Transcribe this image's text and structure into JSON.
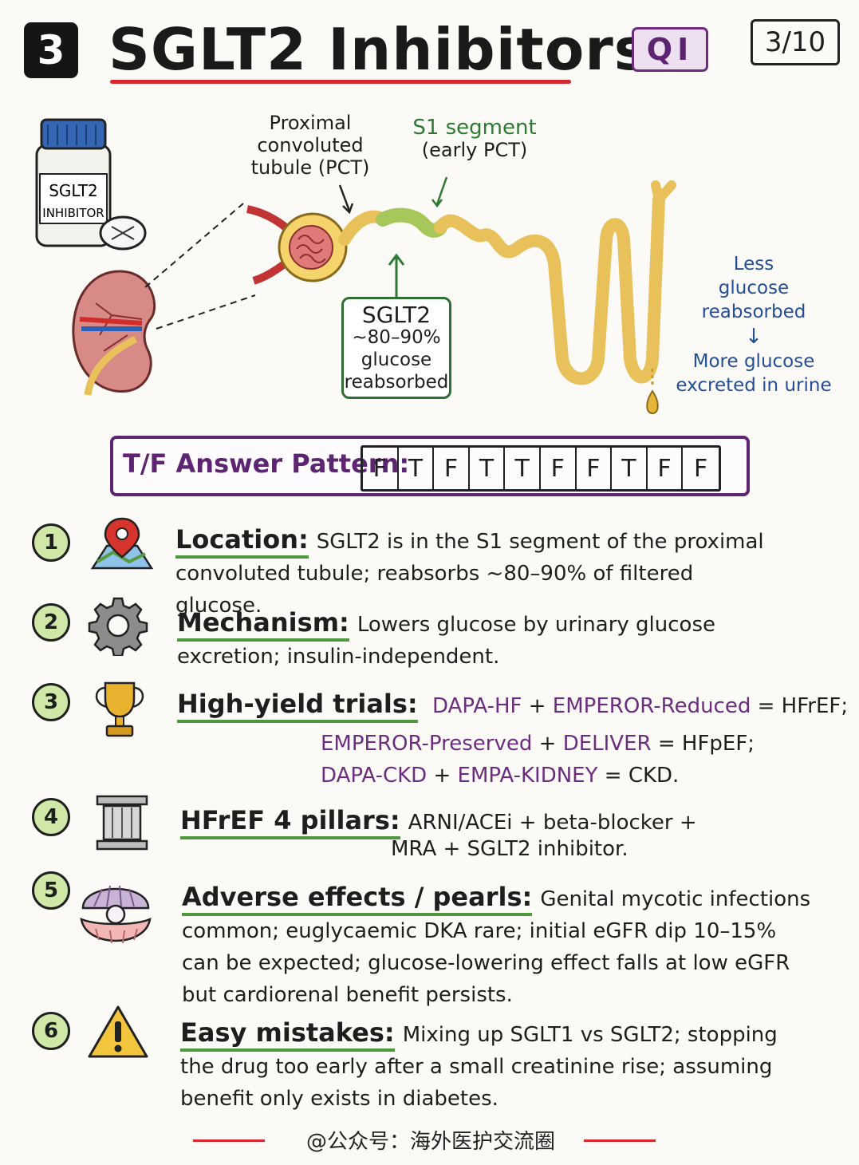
{
  "header": {
    "number": "3",
    "title": "SGLT2 Inhibitors",
    "tag": "QI",
    "page": "3/10"
  },
  "diagram": {
    "bottle_label_line1": "SGLT2",
    "bottle_label_line2": "INHIBITOR",
    "pct_label": [
      "Proximal",
      "convoluted",
      "tubule (PCT)"
    ],
    "s1_title": "S1 segment",
    "s1_sub": "(early PCT)",
    "sglt_box": [
      "SGLT2",
      "~80–90%",
      "glucose",
      "reabsorbed"
    ],
    "note_top": [
      "Less",
      "glucose",
      "reabsorbed"
    ],
    "note_arrow": "↓",
    "note_bottom": [
      "More glucose",
      "excreted in urine"
    ]
  },
  "answer_pattern": {
    "label": "T/F Answer Pattern:",
    "answers": [
      "F",
      "T",
      "F",
      "T",
      "T",
      "F",
      "F",
      "T",
      "F",
      "F"
    ]
  },
  "sections": [
    {
      "number": "1",
      "heading": "Location:",
      "text": "SGLT2 is in the S1 segment of the proximal convoluted tubule; reabsorbs ~80–90% of filtered glucose."
    },
    {
      "number": "2",
      "heading": "Mechanism:",
      "text": "Lowers glucose by urinary glucose excretion; insulin-independent."
    },
    {
      "number": "3",
      "heading": "High-yield trials:",
      "lines": [
        {
          "a": "DAPA-HF",
          "plus": "+",
          "b": "EMPEROR-Reduced",
          "eq": "= HFrEF;"
        },
        {
          "a": "EMPEROR-Preserved",
          "plus": "+",
          "b": "DELIVER",
          "eq": "= HFpEF;"
        },
        {
          "a": "DAPA-CKD",
          "plus": "+",
          "b": "EMPA-KIDNEY",
          "eq": "= CKD."
        }
      ]
    },
    {
      "number": "4",
      "heading": "HFrEF 4 pillars:",
      "line1": "ARNI/ACEi + beta-blocker +",
      "line2": "MRA + SGLT2 inhibitor."
    },
    {
      "number": "5",
      "heading": "Adverse effects / pearls:",
      "text": "Genital mycotic infections common; euglycaemic DKA rare; initial eGFR dip 10–15% can be expected; glucose-lowering effect falls at low eGFR but cardiorenal benefit persists."
    },
    {
      "number": "6",
      "heading": "Easy mistakes:",
      "text": "Mixing up SGLT1 vs SGLT2; stopping the drug too early after a small creatinine rise; assuming benefit only exists in diabetes."
    }
  ],
  "footer": "@公众号：海外医护交流圈",
  "colors": {
    "accent_red": "#d8262d",
    "purple": "#5d2472",
    "green": "#2d7a33",
    "blue": "#244e96"
  }
}
